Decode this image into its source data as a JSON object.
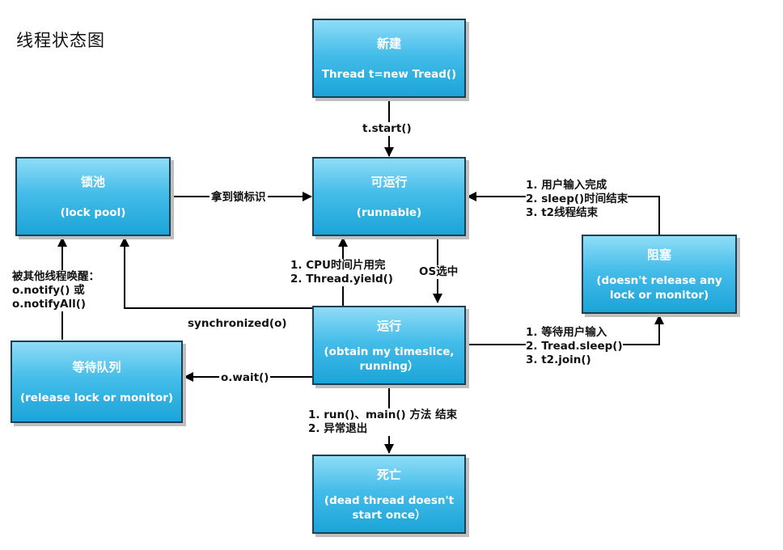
{
  "title": "线程状态图",
  "nodes": {
    "new": {
      "name": "新建",
      "sub": "Thread t=new Tread()"
    },
    "runnable": {
      "name": "可运行",
      "sub": "(runnable)"
    },
    "lockpool": {
      "name": "锁池",
      "sub": "(lock pool)"
    },
    "blocked": {
      "name": "阻塞",
      "sub": "(doesn't release any lock or monitor)"
    },
    "running": {
      "name": "运行",
      "sub": "(obtain my timeslice, running）"
    },
    "waitqueue": {
      "name": "等待队列",
      "sub": "(release lock or monitor)"
    },
    "dead": {
      "name": "死亡",
      "sub": "(dead thread doesn't start once）"
    }
  },
  "edges": {
    "start": "t.start()",
    "lock": "拿到锁标识",
    "os_select": "OS选中",
    "yield_1": "1. CPU时间片用完",
    "yield_2": "2. Thread.yield()",
    "sync": "synchronized(o)",
    "wait": "o.wait()",
    "notify_1": "被其他线程唤醒：",
    "notify_2": "o.notify() 或",
    "notify_3": "o.notifyAll()",
    "unblock_1": "1. 用户输入完成",
    "unblock_2": "2. sleep()时间结束",
    "unblock_3": "3. t2线程结束",
    "block_1": "1. 等待用户输入",
    "block_2": "2. Tread.sleep()",
    "block_3": "3. t2.join()",
    "end_1": "1. run()、main() 方法 结束",
    "end_2": "2. 异常退出"
  }
}
